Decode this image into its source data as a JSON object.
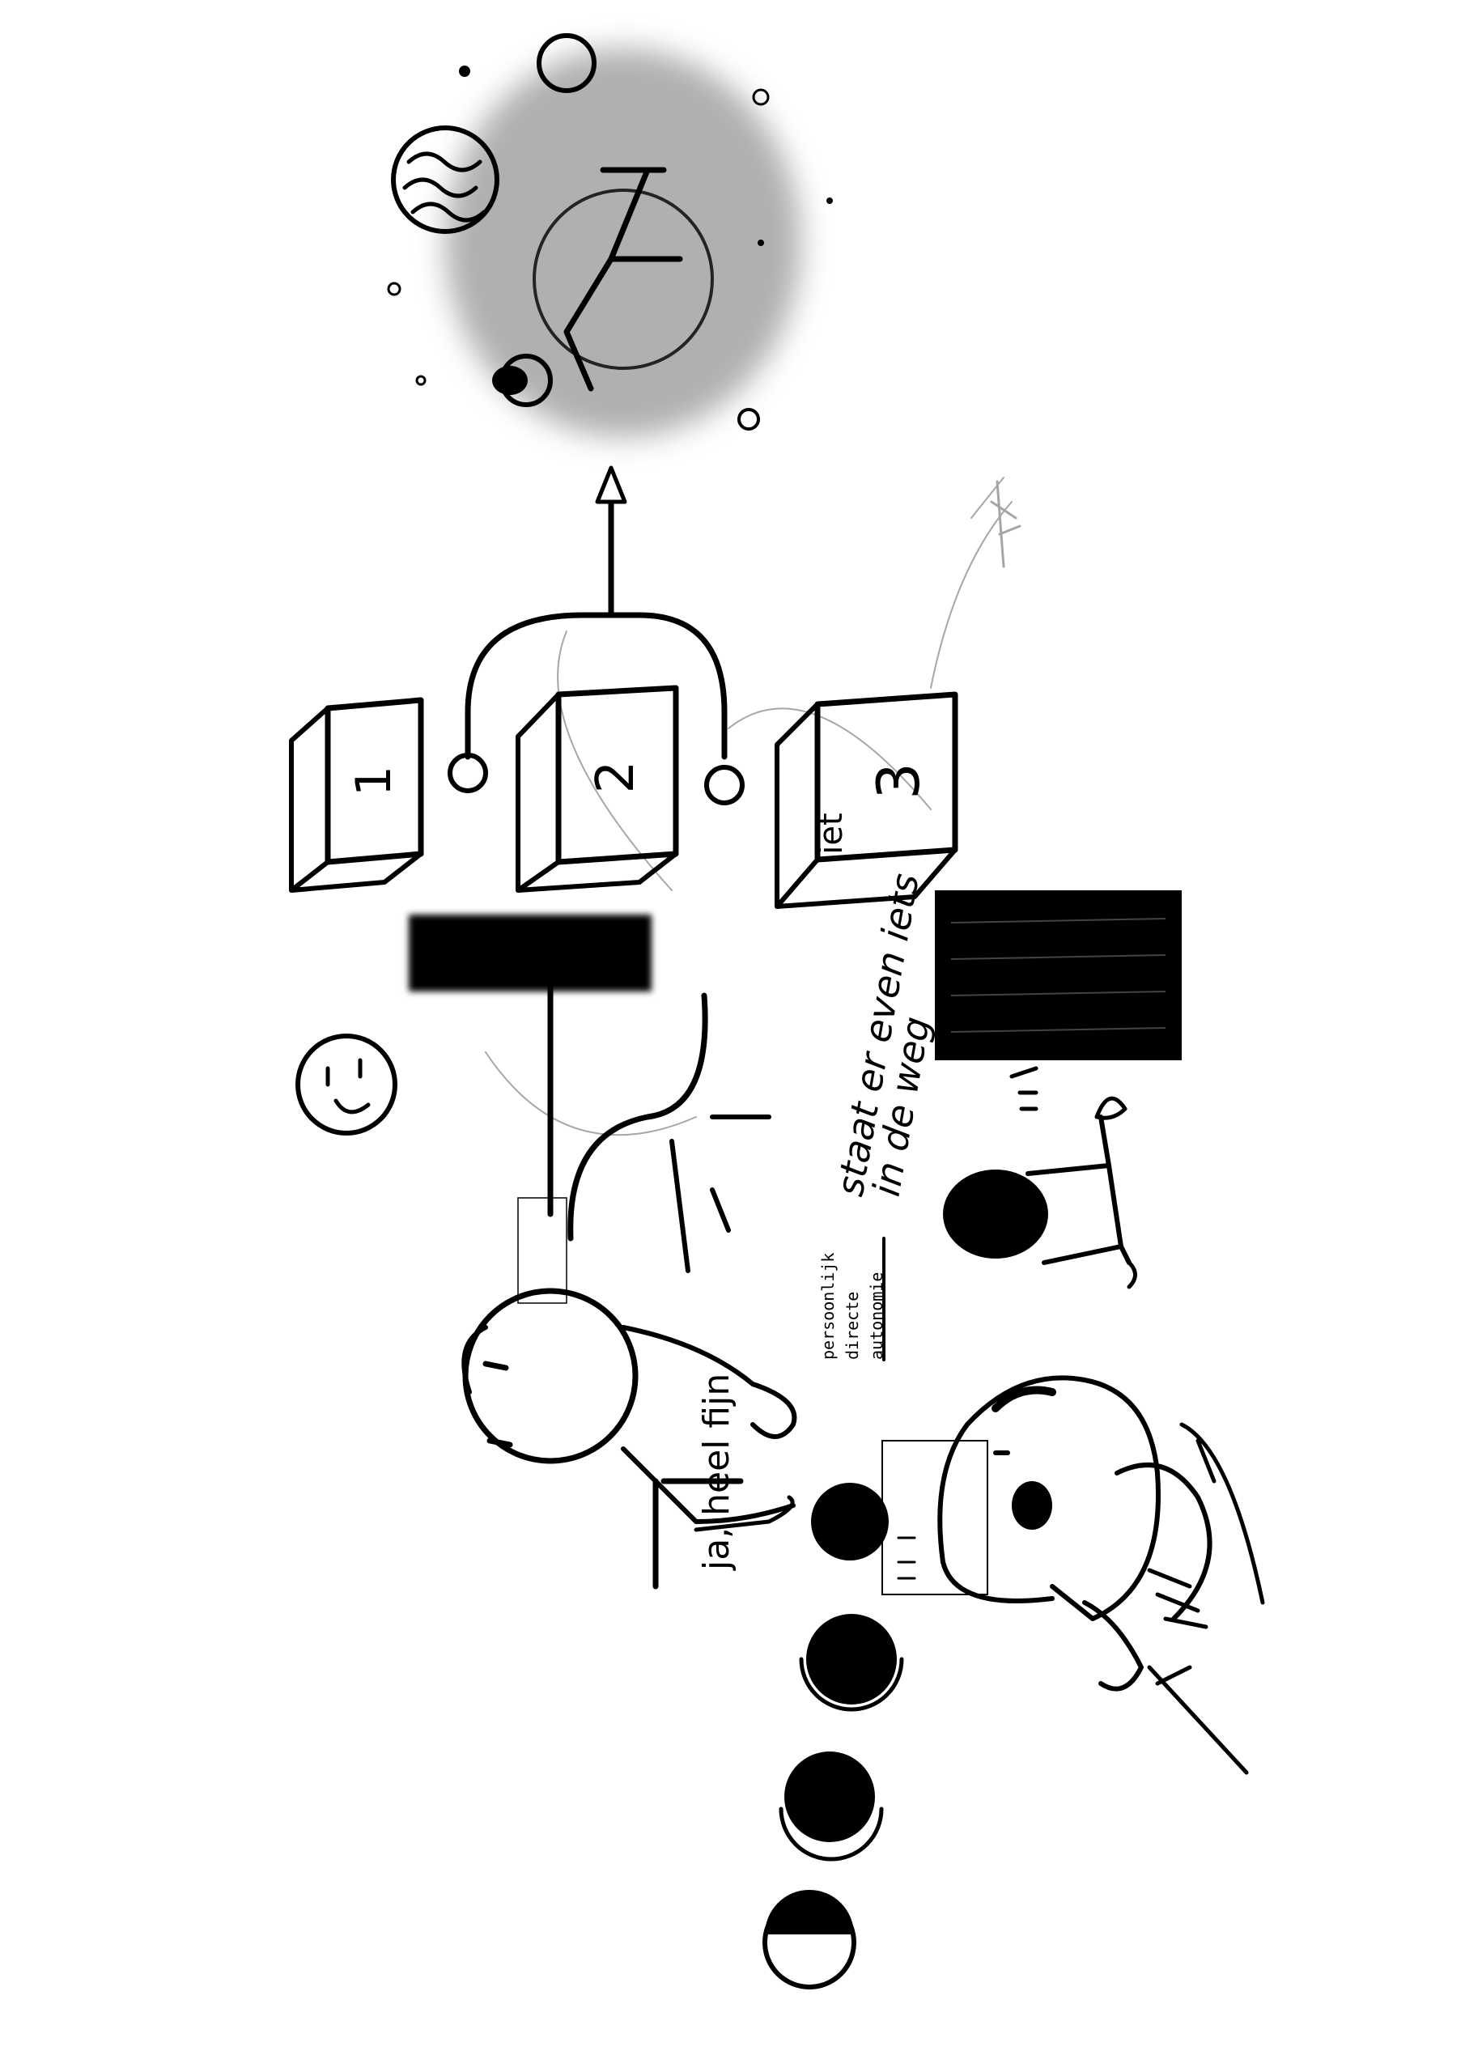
{
  "sketch": {
    "boxes": [
      {
        "label": "1"
      },
      {
        "label": "2"
      },
      {
        "label": "3"
      }
    ],
    "annotations": {
      "ja_heel_fijn": "ja, heel fijn",
      "staat_line1": "staat er even iets",
      "staat_line2": "in de weg",
      "small_note_line1": "persoonlijk",
      "small_note_line2": "directe",
      "small_note_line3": "autonomie",
      "box3_extra": "iet"
    },
    "colors": {
      "ink": "#000000",
      "paper": "#ffffff",
      "smudge": "#8a8a8a"
    }
  }
}
